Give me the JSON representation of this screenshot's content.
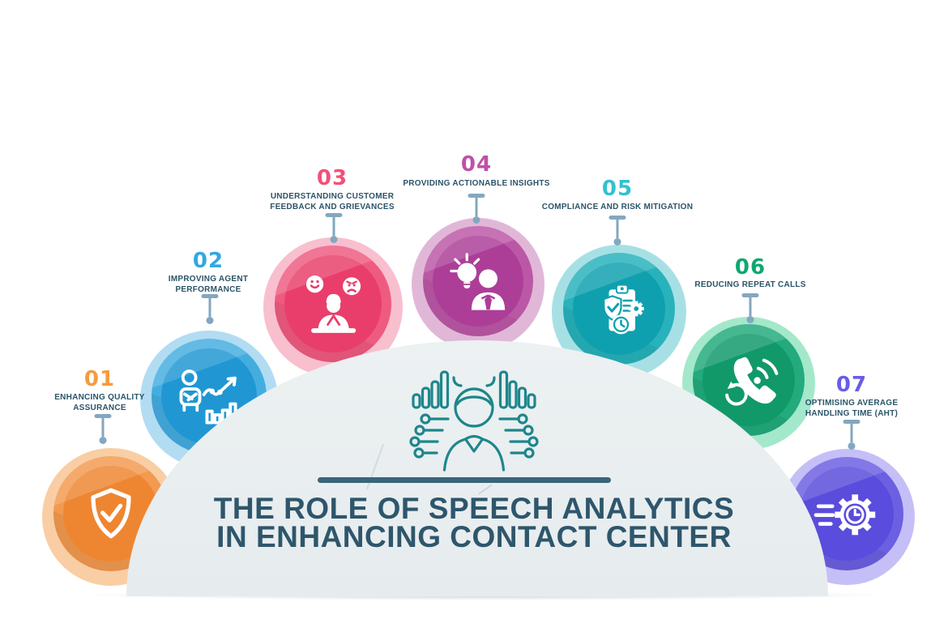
{
  "center": {
    "title_line1": "THE ROLE OF SPEECH ANALYTICS",
    "title_line2": "IN ENHANCING CONTACT CENTER",
    "icon": "speech-analytics-person-icon",
    "title_color": "#2E566C",
    "divider_color": "#3A657B",
    "dome_color": "#E9EEF0"
  },
  "items": [
    {
      "number": "01",
      "lines": [
        "ENHANCING QUALITY",
        "ASSURANCE"
      ],
      "icon": "shield-check-icon",
      "accent": "#F59B40"
    },
    {
      "number": "02",
      "lines": [
        "IMPROVING AGENT",
        "PERFORMANCE"
      ],
      "icon": "agent-performance-icon",
      "accent": "#2FA9E0"
    },
    {
      "number": "03",
      "lines": [
        "UNDERSTANDING CUSTOMER",
        "FEEDBACK AND GRIEVANCES"
      ],
      "icon": "customer-feedback-icon",
      "accent": "#F25179"
    },
    {
      "number": "04",
      "lines": [
        "PROVIDING ACTIONABLE INSIGHTS"
      ],
      "icon": "actionable-insights-icon",
      "accent": "#C14FA7"
    },
    {
      "number": "05",
      "lines": [
        "COMPLIANCE AND RISK MITIGATION"
      ],
      "icon": "compliance-risk-icon",
      "accent": "#30C2D2"
    },
    {
      "number": "06",
      "lines": [
        "REDUCING REPEAT CALLS"
      ],
      "icon": "repeat-calls-icon",
      "accent": "#0FA870"
    },
    {
      "number": "07",
      "lines": [
        "OPTIMISING AVERAGE",
        "HANDLING TIME (AHT)"
      ],
      "icon": "aht-optimisation-icon",
      "accent": "#6A5CE8"
    }
  ],
  "connector_color": "#83A7C0",
  "label_color": "#2B5468"
}
